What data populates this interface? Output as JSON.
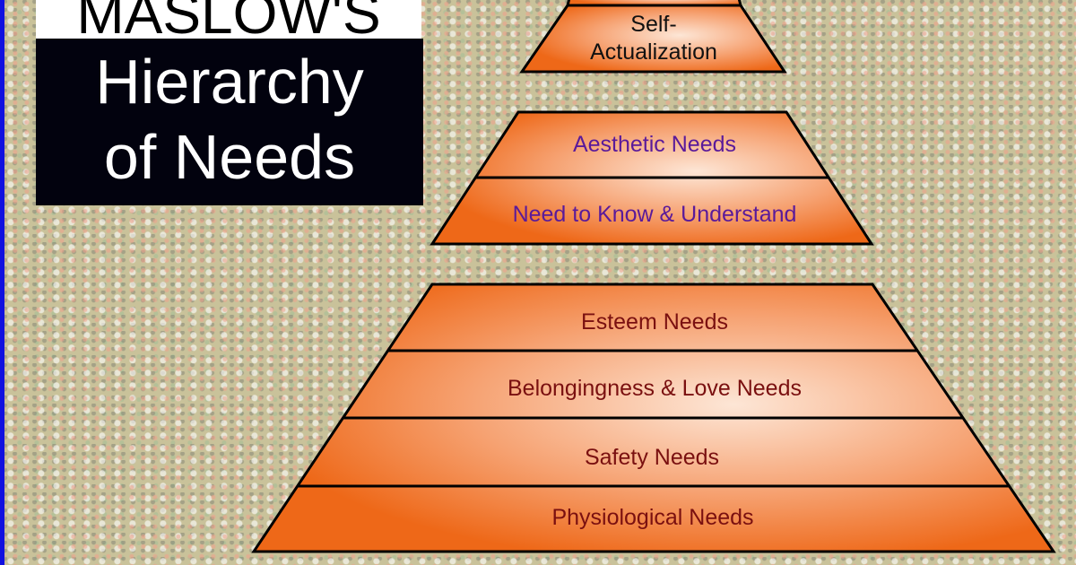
{
  "title": {
    "line1": "MASLOW'S",
    "line2": "Hierarchy",
    "line3": "of Needs"
  },
  "pyramid": {
    "top": [
      "Self-",
      "Actualization"
    ],
    "growth": [
      "Aesthetic Needs",
      "Need to Know & Understand"
    ],
    "deficiency": [
      "Esteem Needs",
      "Belongingness & Love Needs",
      "Safety Needs",
      "Physiological Needs"
    ]
  },
  "colors": {
    "fill": "#f07020",
    "highlight": "#fde6d6",
    "top_text": "#111111",
    "growth_text": "#5a1a9a",
    "deficiency_text": "#7a1010"
  }
}
